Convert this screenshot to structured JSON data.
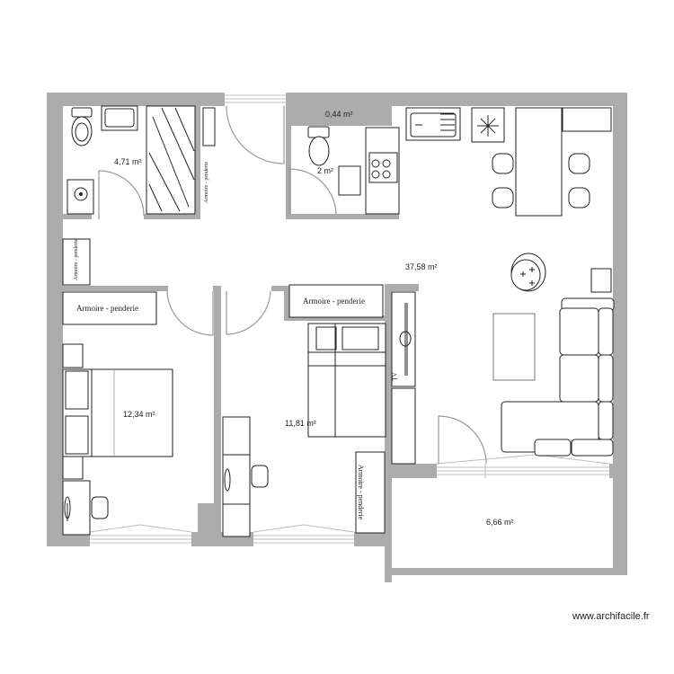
{
  "plan": {
    "wall_color": "#acacac",
    "line_color": "#222222",
    "door_color": "#9a9a9a",
    "rooms": [
      {
        "id": "bathroom",
        "area": "4,71 m²"
      },
      {
        "id": "closet",
        "area": "0,44 m²"
      },
      {
        "id": "wc",
        "area": "2 m²"
      },
      {
        "id": "living",
        "area": "37,58 m²"
      },
      {
        "id": "bedroom1",
        "area": "12,34 m²"
      },
      {
        "id": "bedroom2",
        "area": "11,81 m²"
      },
      {
        "id": "balcony",
        "area": "6,66 m²"
      }
    ],
    "furniture_labels": {
      "wardrobe_bedroom1": "Armoire - penderie",
      "wardrobe_bedroom2_top": "Armoire - penderie",
      "wardrobe_bedroom2_side": "Armoire - penderie",
      "wardrobe_hall_vertical": "Armoire - penderie",
      "wardrobe_hall_small": "Armoire - penderie",
      "tv": "TV"
    }
  },
  "watermark": "www.archifacile.fr"
}
